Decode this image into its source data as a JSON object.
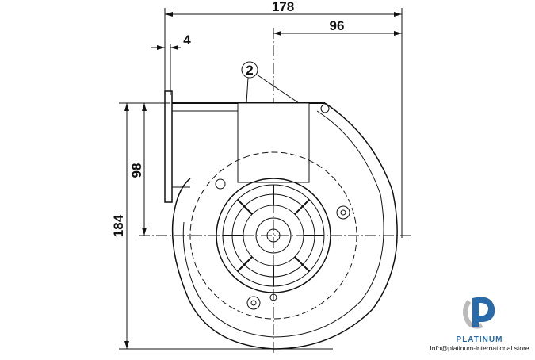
{
  "dimensions": {
    "overall_width": "178",
    "center_to_outlet": "96",
    "flange_thickness": "4",
    "center_height": "98",
    "overall_height": "184"
  },
  "callout": "2",
  "logo": {
    "brand": "PLATINUM",
    "email": "Info@platinum-international.store",
    "color": "#2a6aa8"
  }
}
